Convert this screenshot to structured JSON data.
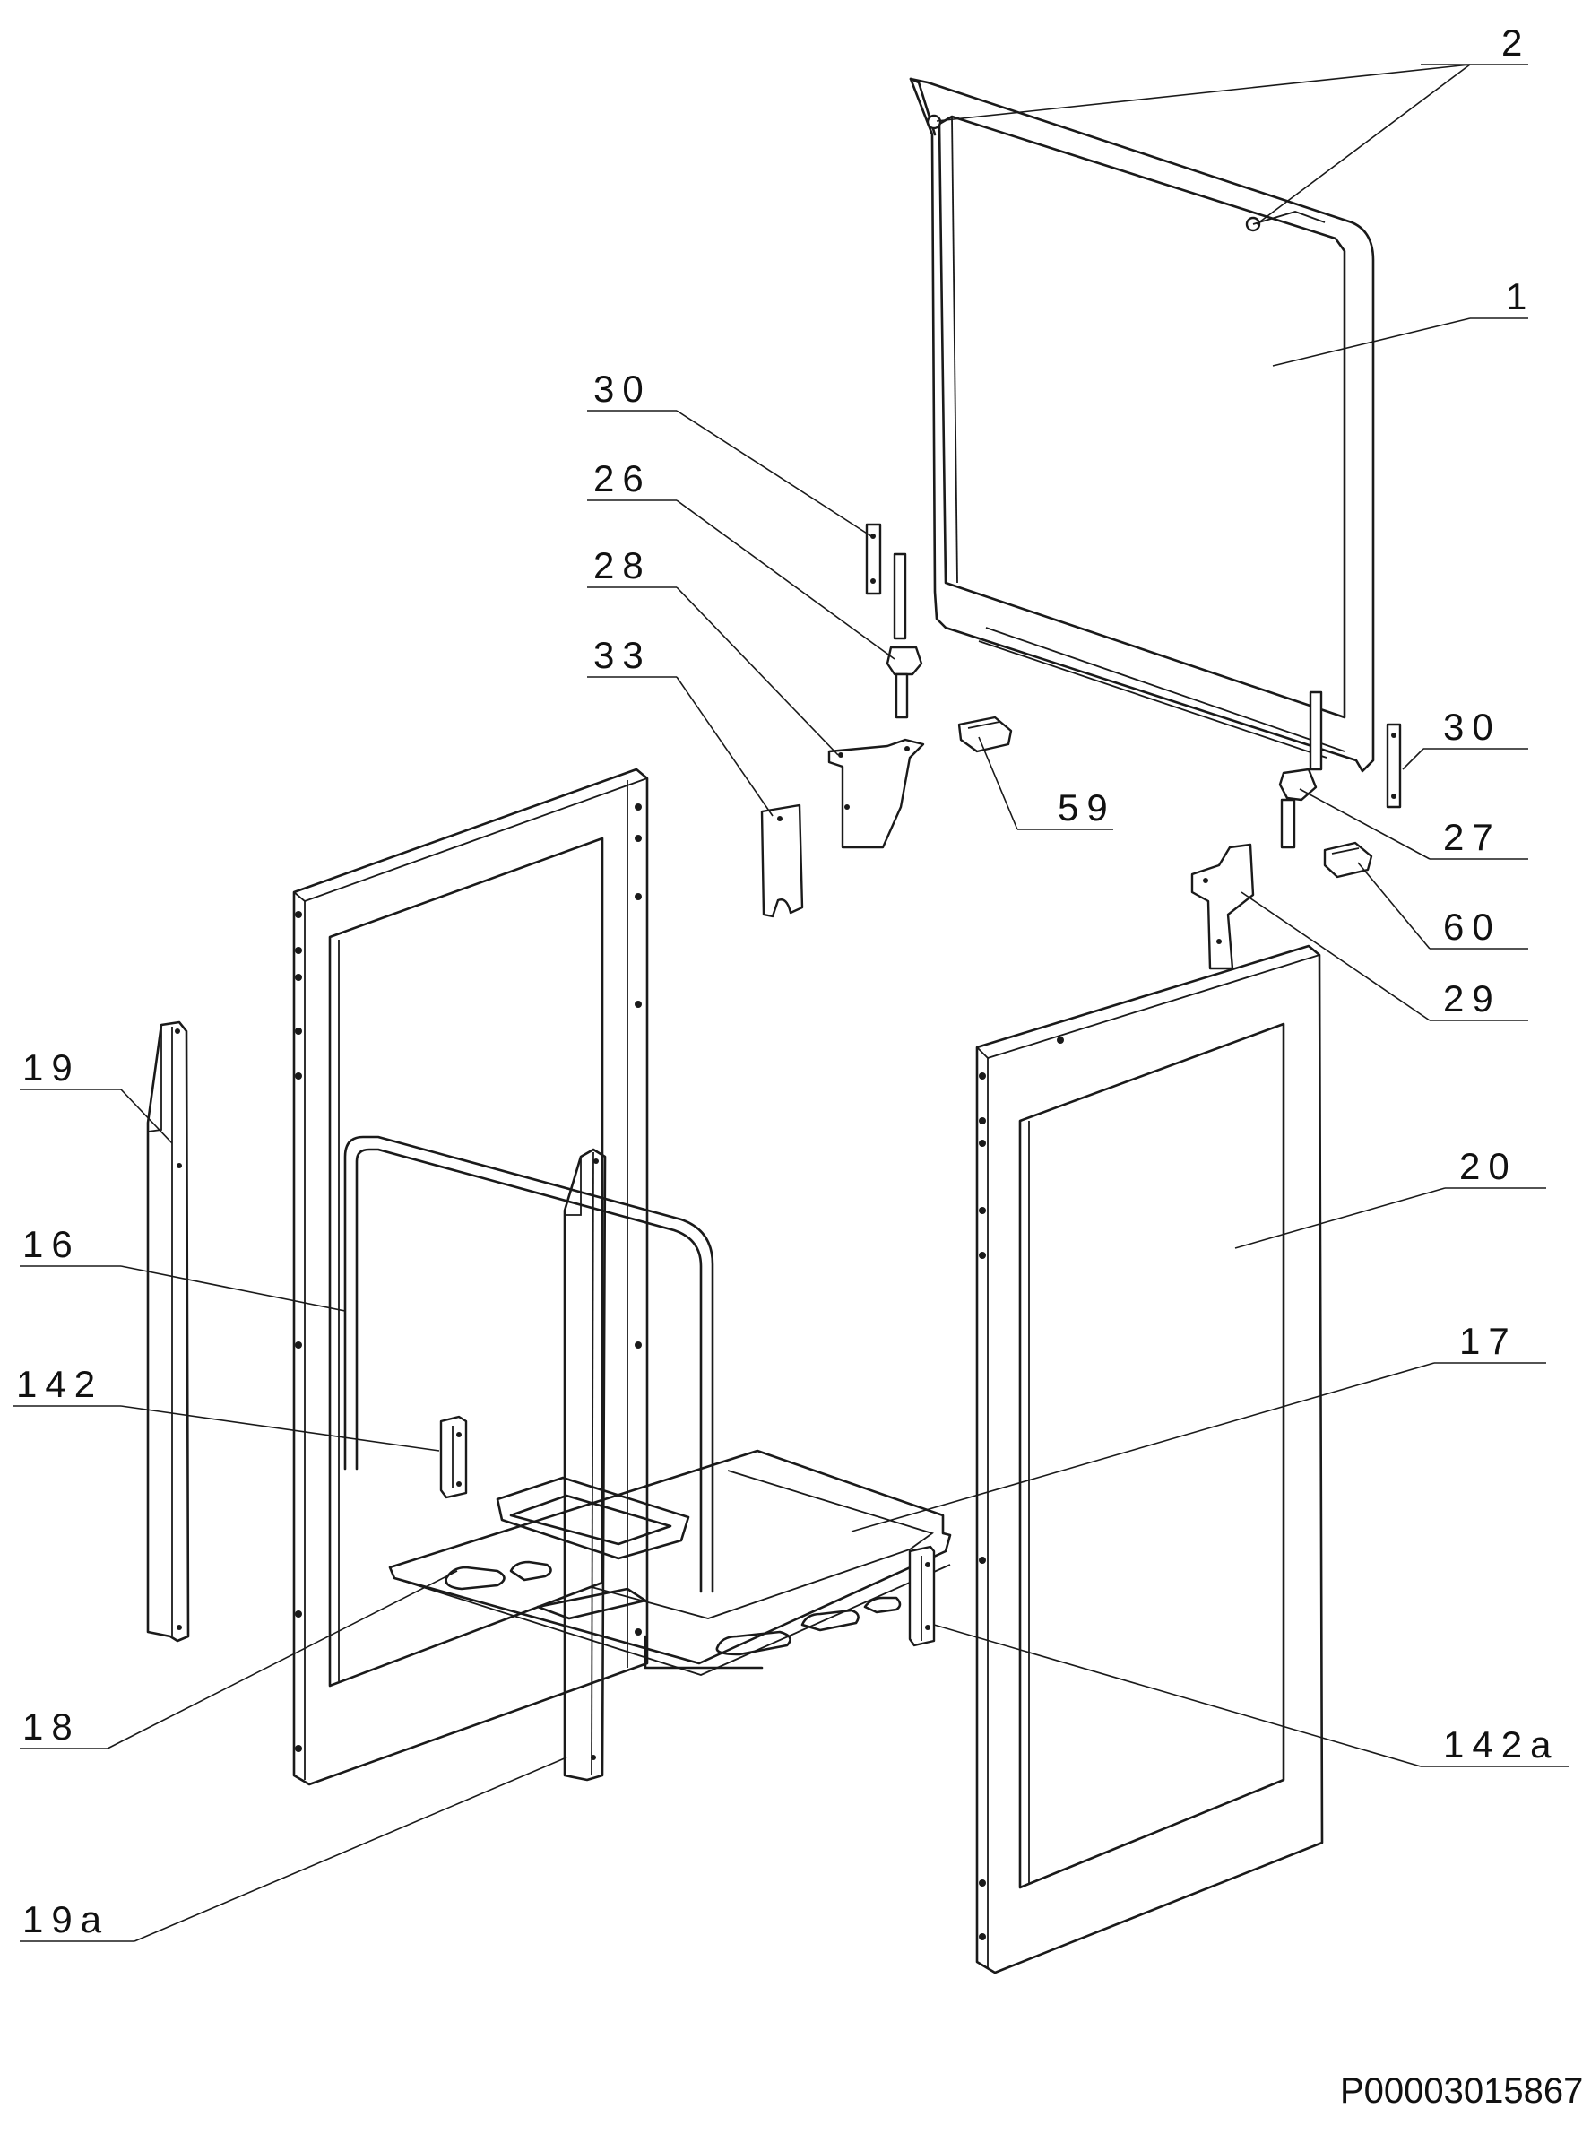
{
  "diagram": {
    "reference": "P00003015867",
    "callouts": [
      {
        "id": "c2",
        "label": "2"
      },
      {
        "id": "c1",
        "label": "1"
      },
      {
        "id": "c30a",
        "label": "30"
      },
      {
        "id": "c26",
        "label": "26"
      },
      {
        "id": "c28",
        "label": "28"
      },
      {
        "id": "c33",
        "label": "33"
      },
      {
        "id": "c59",
        "label": "59"
      },
      {
        "id": "c30b",
        "label": "30"
      },
      {
        "id": "c27",
        "label": "27"
      },
      {
        "id": "c60",
        "label": "60"
      },
      {
        "id": "c29",
        "label": "29"
      },
      {
        "id": "c19",
        "label": "19"
      },
      {
        "id": "c20",
        "label": "20"
      },
      {
        "id": "c16",
        "label": "16"
      },
      {
        "id": "c17",
        "label": "17"
      },
      {
        "id": "c142",
        "label": "142"
      },
      {
        "id": "c18",
        "label": "18"
      },
      {
        "id": "c142a",
        "label": "142a"
      },
      {
        "id": "c19a",
        "label": "19a"
      }
    ]
  }
}
